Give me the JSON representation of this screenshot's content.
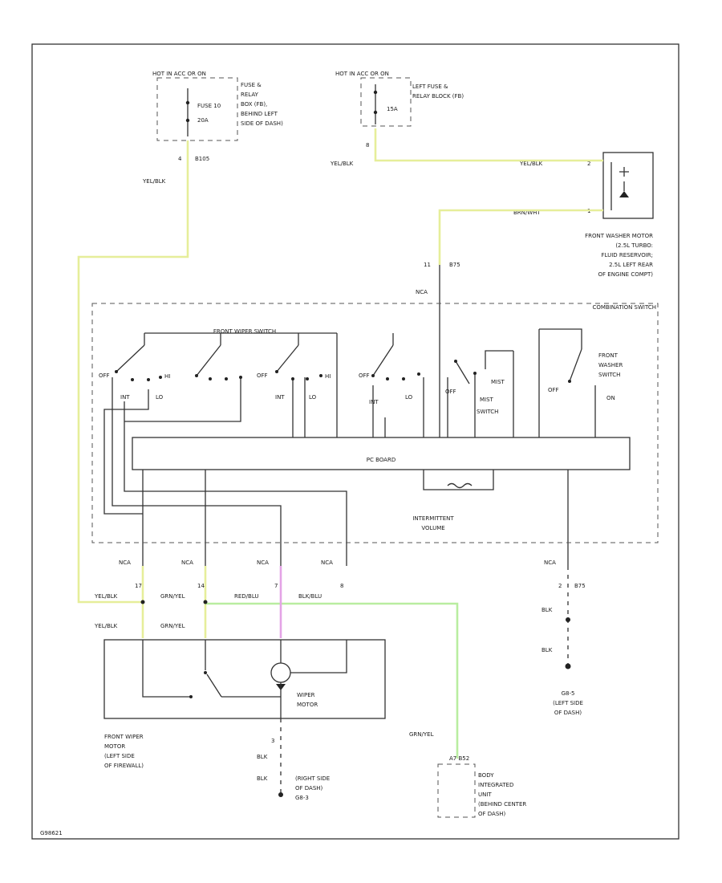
{
  "hot_left": {
    "title": "HOT IN ACC OR ON",
    "fuse_name": "FUSE 10",
    "fuse_rating": "20A",
    "block_desc": [
      "FUSE &",
      "RELAY",
      "BOX (FB),",
      "BEHIND LEFT",
      "SIDE OF DASH)"
    ],
    "pin": "4",
    "conn": "B105",
    "wire": "YEL/BLK"
  },
  "hot_right": {
    "title": "HOT IN ACC OR ON",
    "fuse_rating": "15A",
    "block_desc": [
      "LEFT FUSE &",
      "RELAY BLOCK (FB)"
    ],
    "pin": "8",
    "wire_left": "YEL/BLK",
    "wire_right": "YEL/BLK"
  },
  "washer_motor": {
    "pin_top": "2",
    "pin_bottom": "1",
    "wire_bottom": "BRN/WHT",
    "desc": [
      "FRONT WASHER MOTOR",
      "(2.5L TURBO:",
      "FLUID RESERVOIR;",
      "2.5L LEFT REAR",
      "OF ENGINE COMPT)"
    ]
  },
  "washer_conn": {
    "pin": "11",
    "conn": "B75",
    "wire": "NCA"
  },
  "combination_switch": {
    "title": "COMBINATION SWITCH",
    "wiper_switch_label": "FRONT WIPER SWITCH",
    "pos_off": "OFF",
    "pos_int": "INT",
    "pos_lo": "LO",
    "pos_hi": "HI",
    "pos_mist": "MIST",
    "mist_switch": [
      "MIST",
      "SWITCH"
    ],
    "washer_switch": [
      "FRONT",
      "WASHER",
      "SWITCH"
    ],
    "pos_on": "ON",
    "pc_board": "PC BOARD",
    "intermittent": [
      "INTERMITTENT",
      "VOLUME"
    ]
  },
  "lower_connectors": {
    "nca": "NCA",
    "pins": [
      "17",
      "14",
      "7",
      "8"
    ],
    "wires": [
      "YEL/BLK",
      "GRN/YEL",
      "RED/BLU",
      "BLK/BLU"
    ],
    "motor_wires": [
      "YEL/BLK",
      "GRN/YEL"
    ],
    "right_pin": "2",
    "right_conn": "B75"
  },
  "wiper_motor": {
    "label": [
      "WIPER",
      "MOTOR"
    ],
    "desc": [
      "FRONT WIPER",
      "MOTOR",
      "(LEFT SIDE",
      "OF FIREWALL)"
    ],
    "pin": "3",
    "wire": "BLK",
    "ground_desc": [
      "(RIGHT SIDE",
      "OF DASH)"
    ],
    "ground": "G8-3"
  },
  "ground_right": {
    "wire": "BLK",
    "ground": "G8-5",
    "desc": [
      "(LEFT SIDE",
      "OF DASH)"
    ]
  },
  "bic": {
    "wire": "GRN/YEL",
    "conn": "A7 B52",
    "desc": [
      "BODY",
      "INTEGRATED",
      "UNIT",
      "(BEHIND CENTER",
      "OF DASH)"
    ]
  },
  "diagram_id": "G98621",
  "colors": {
    "yellow": "#e6ee9a",
    "green": "#b9eda0",
    "pink": "#e4a3e6",
    "line": "#333333"
  }
}
